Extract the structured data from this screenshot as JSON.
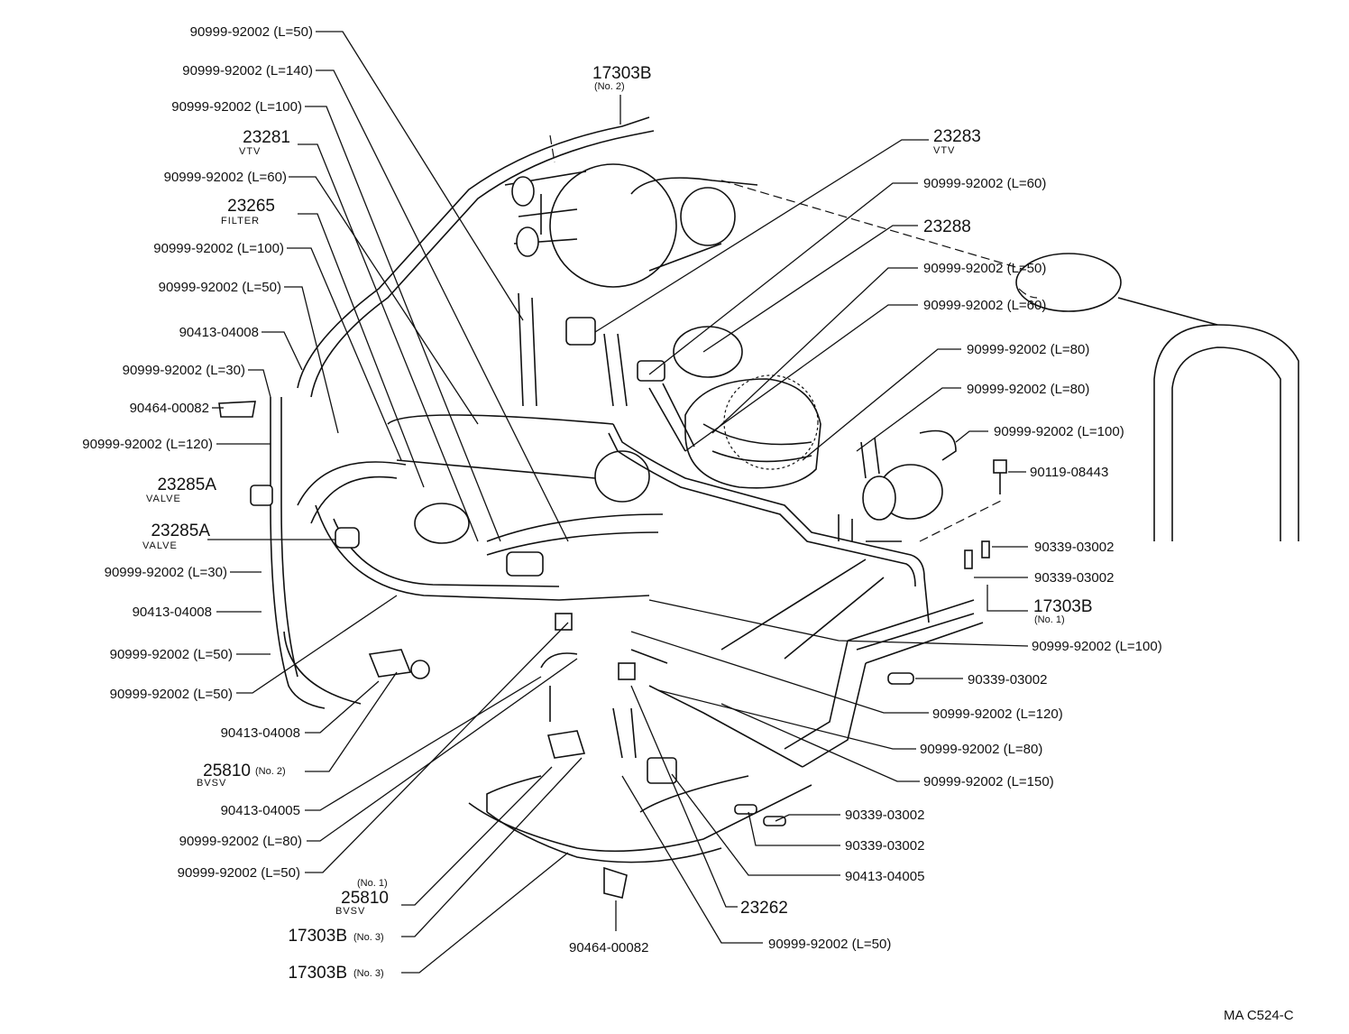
{
  "labels": {
    "l1": "90999-92002 (L=50)",
    "l2": "90999-92002 (L=140)",
    "l3": "90999-92002 (L=100)",
    "l4_num": "23281",
    "l4_sub": "VTV",
    "l5": "90999-92002 (L=60)",
    "l6_num": "23265",
    "l6_sub": "FILTER",
    "l7": "90999-92002 (L=100)",
    "l8": "90999-92002 (L=50)",
    "l9": "90413-04008",
    "l10": "90999-92002 (L=30)",
    "l11": "90464-00082",
    "l12": "90999-92002 (L=120)",
    "l13_num": "23285A",
    "l13_sub": "VALVE",
    "l14_num": "23285A",
    "l14_sub": "VALVE",
    "l15": "90999-92002 (L=30)",
    "l16": "90413-04008",
    "l17": "90999-92002 (L=50)",
    "l18": "90999-92002 (L=50)",
    "l19": "90413-04008",
    "l20_num": "25810",
    "l20_note": "(No. 2)",
    "l20_sub": "BVSV",
    "l21": "90413-04005",
    "l22": "90999-92002 (L=80)",
    "l23": "90999-92002 (L=50)",
    "l24_note": "(No. 1)",
    "l24_num": "25810",
    "l24_sub": "BVSV",
    "l25_num": "17303B",
    "l25_note": "(No. 3)",
    "l26_num": "17303B",
    "l26_note": "(No. 3)",
    "t1_num": "17303B",
    "t1_note": "(No. 2)",
    "r1_num": "23283",
    "r1_sub": "VTV",
    "r2": "90999-92002 (L=60)",
    "r3": "23288",
    "r4": "90999-92002 (L=50)",
    "r5": "90999-92002 (L=60)",
    "r6": "90999-92002 (L=80)",
    "r7": "90999-92002 (L=80)",
    "r8": "90999-92002 (L=100)",
    "r9": "90119-08443",
    "r10": "90339-03002",
    "r11": "90339-03002",
    "r12_num": "17303B",
    "r12_note": "(No. 1)",
    "r13": "90999-92002 (L=100)",
    "r14": "90339-03002",
    "r15": "90999-92002 (L=120)",
    "r16": "90999-92002 (L=80)",
    "r17": "90999-92002 (L=150)",
    "b1": "90339-03002",
    "b2": "90339-03002",
    "b3": "90413-04005",
    "b4": "23262",
    "b5": "90464-00082",
    "b6": "90999-92002 (L=50)",
    "code": "MA  C524-C"
  }
}
